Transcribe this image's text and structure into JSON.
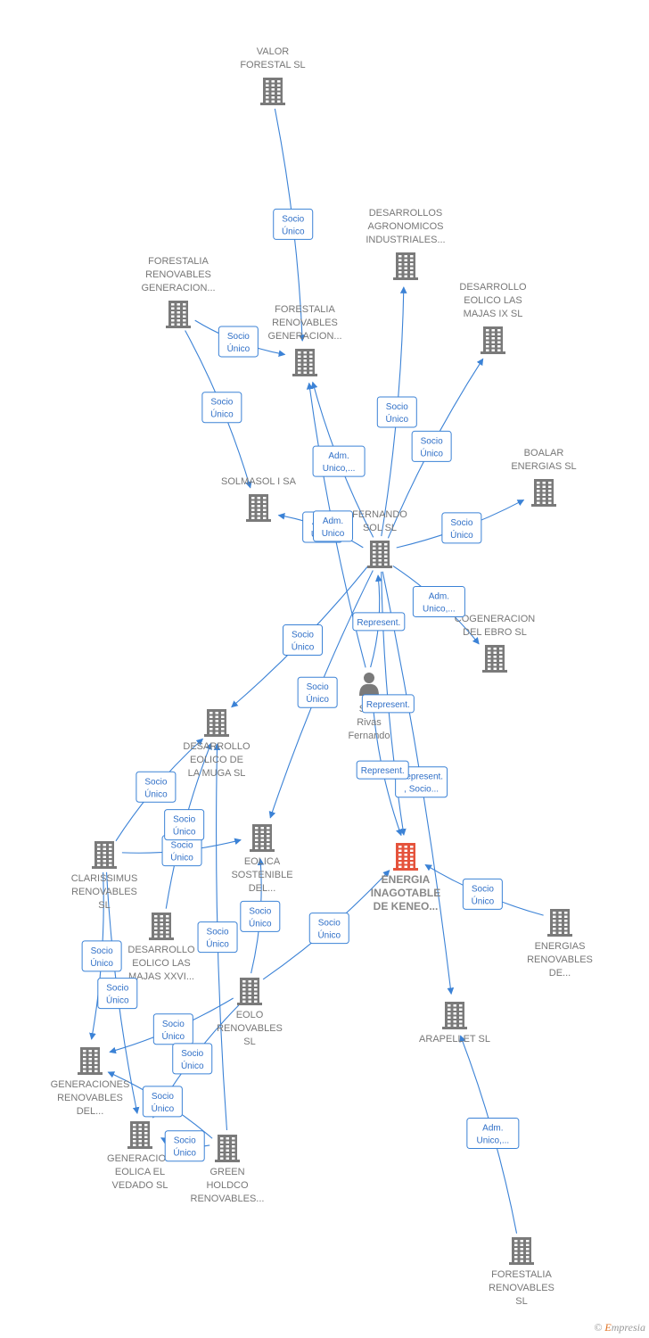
{
  "colors": {
    "edge": "#3b82d6",
    "building": "#7a7a7a",
    "focus_building": "#e5533c",
    "person": "#7a7a7a"
  },
  "nodes": [
    {
      "id": "valor",
      "kind": "company",
      "icon": "building-icon",
      "label": [
        "VALOR",
        "FORESTAL SL"
      ]
    },
    {
      "id": "fre_top",
      "kind": "company",
      "icon": "building-icon",
      "label": [
        "FORESTALIA",
        "RENOVABLES",
        "GENERACION..."
      ]
    },
    {
      "id": "fre_left",
      "kind": "company",
      "icon": "building-icon",
      "label": [
        "FORESTALIA",
        "RENOVABLES",
        "GENERACION..."
      ]
    },
    {
      "id": "dai",
      "kind": "company",
      "icon": "building-icon",
      "label": [
        "DESARROLLOS",
        "AGRONOMICOS",
        "INDUSTRIALES..."
      ]
    },
    {
      "id": "demaj9",
      "kind": "company",
      "icon": "building-icon",
      "label": [
        "DESARROLLO",
        "EOLICO LAS",
        "MAJAS IX  SL"
      ]
    },
    {
      "id": "boalar",
      "kind": "company",
      "icon": "building-icon",
      "label": [
        "BOALAR",
        "ENERGIAS  SL"
      ]
    },
    {
      "id": "solmasol",
      "kind": "company",
      "icon": "building-icon",
      "label": [
        "SOLMASOL I SA"
      ]
    },
    {
      "id": "fernando",
      "kind": "company",
      "icon": "building-icon",
      "label": [
        "FERNANDO",
        "SOL SL"
      ]
    },
    {
      "id": "cogen",
      "kind": "company",
      "icon": "building-icon",
      "label": [
        "COGENERACION",
        "DEL EBRO  SL"
      ]
    },
    {
      "id": "person",
      "kind": "person",
      "icon": "person-icon",
      "label": [
        "Sam",
        "Rivas",
        "Fernando"
      ]
    },
    {
      "id": "muga",
      "kind": "company",
      "icon": "building-icon",
      "label": [
        "DESARROLLO",
        "EOLICO DE",
        "LA MUGA SL"
      ]
    },
    {
      "id": "eolsost",
      "kind": "company",
      "icon": "building-icon",
      "label": [
        "EOLICA",
        "SOSTENIBLE",
        "DEL..."
      ]
    },
    {
      "id": "energia",
      "kind": "focus",
      "icon": "building-icon",
      "label": [
        "ENERGIA",
        "INAGOTABLE",
        "DE KENEO..."
      ]
    },
    {
      "id": "clariss",
      "kind": "company",
      "icon": "building-icon",
      "label": [
        "CLARISSIMUS",
        "RENOVABLES",
        "SL"
      ]
    },
    {
      "id": "demaj26",
      "kind": "company",
      "icon": "building-icon",
      "label": [
        "DESARROLLO",
        "EOLICO LAS",
        "MAJAS XXVI..."
      ]
    },
    {
      "id": "energdir",
      "kind": "company",
      "icon": "building-icon",
      "label": [
        "ENERGIAS",
        "RENOVABLES",
        "DE..."
      ]
    },
    {
      "id": "eoloren",
      "kind": "company",
      "icon": "building-icon",
      "label": [
        "EOLO",
        "RENOVABLES",
        "SL"
      ]
    },
    {
      "id": "arapellet",
      "kind": "company",
      "icon": "building-icon",
      "label": [
        "ARAPELLET  SL"
      ]
    },
    {
      "id": "genren",
      "kind": "company",
      "icon": "building-icon",
      "label": [
        "GENERACIONES",
        "RENOVABLES",
        "DEL..."
      ]
    },
    {
      "id": "vedado",
      "kind": "company",
      "icon": "building-icon",
      "label": [
        "GENERACION",
        "EOLICA EL",
        "VEDADO SL"
      ]
    },
    {
      "id": "green",
      "kind": "company",
      "icon": "building-icon",
      "label": [
        "GREEN",
        "HOLDCO",
        "RENOVABLES..."
      ]
    },
    {
      "id": "fre_bottom",
      "kind": "company",
      "icon": "building-icon",
      "label": [
        "FORESTALIA",
        "RENOVABLES",
        "SL"
      ]
    }
  ],
  "edges": [
    {
      "from": "valor",
      "to": "fre_top",
      "label": [
        "Socio",
        "Único"
      ]
    },
    {
      "from": "fre_left",
      "to": "fre_top",
      "label": [
        "Socio",
        "Único"
      ]
    },
    {
      "from": "fre_left",
      "to": "solmasol",
      "label": [
        "Socio",
        "Único"
      ]
    },
    {
      "from": "fernando",
      "to": "dai",
      "label": [
        "Socio",
        "Único"
      ]
    },
    {
      "from": "fernando",
      "to": "demaj9",
      "label": [
        "Socio",
        "Único"
      ]
    },
    {
      "from": "fernando",
      "to": "boalar",
      "label": [
        "Socio",
        "Único"
      ]
    },
    {
      "from": "fernando",
      "to": "fre_top",
      "label": [
        "Adm.",
        "Unico,..."
      ]
    },
    {
      "from": "fernando",
      "to": "solmasol",
      "label": [
        "Adm.",
        "Unico"
      ]
    },
    {
      "from": "fernando",
      "to": "cogen",
      "label": [
        "Adm.",
        "Unico,..."
      ]
    },
    {
      "from": "person",
      "to": "fernando",
      "label": [
        "Represent."
      ]
    },
    {
      "from": "fernando",
      "to": "muga",
      "label": [
        "Socio",
        "Único"
      ]
    },
    {
      "from": "fernando",
      "to": "eolsost",
      "label": [
        "Socio",
        "Único"
      ]
    },
    {
      "from": "fernando",
      "to": "arapellet",
      "label": [
        "Represent.",
        ", Socio..."
      ]
    },
    {
      "from": "person",
      "to": "energia",
      "label": [
        "Represent."
      ]
    },
    {
      "from": "person",
      "to": "fre_top",
      "label": [
        "Adm.",
        "Unico"
      ]
    },
    {
      "from": "fernando",
      "to": "energia",
      "label": [
        "Represent."
      ]
    },
    {
      "from": "energdir",
      "to": "energia",
      "label": [
        "Socio",
        "Único"
      ]
    },
    {
      "from": "eoloren",
      "to": "energia",
      "label": [
        "Socio",
        "Único"
      ]
    },
    {
      "from": "clariss",
      "to": "muga",
      "label": [
        "Socio",
        "Único"
      ]
    },
    {
      "from": "clariss",
      "to": "eolsost",
      "label": [
        "Socio",
        "Único"
      ]
    },
    {
      "from": "demaj26",
      "to": "muga",
      "label": [
        "Socio",
        "Único"
      ]
    },
    {
      "from": "eoloren",
      "to": "eolsost",
      "label": [
        "Socio",
        "Único"
      ]
    },
    {
      "from": "clariss",
      "to": "genren",
      "label": [
        "Socio",
        "Único"
      ]
    },
    {
      "from": "clariss",
      "to": "vedado",
      "label": [
        "Socio",
        "Único"
      ]
    },
    {
      "from": "eoloren",
      "to": "genren",
      "label": [
        "Socio",
        "Único"
      ]
    },
    {
      "from": "eoloren",
      "to": "vedado",
      "label": [
        "Socio",
        "Único"
      ]
    },
    {
      "from": "green",
      "to": "muga",
      "label": [
        "Socio",
        "Único"
      ]
    },
    {
      "from": "green",
      "to": "genren",
      "label": [
        "Socio",
        "Único"
      ]
    },
    {
      "from": "green",
      "to": "vedado",
      "label": [
        "Socio",
        "Único"
      ]
    },
    {
      "from": "fre_bottom",
      "to": "arapellet",
      "label": [
        "Adm.",
        "Unico,..."
      ]
    }
  ],
  "footer": {
    "copyright": "©",
    "brand_initial": "E",
    "brand_rest": "mpresia"
  }
}
